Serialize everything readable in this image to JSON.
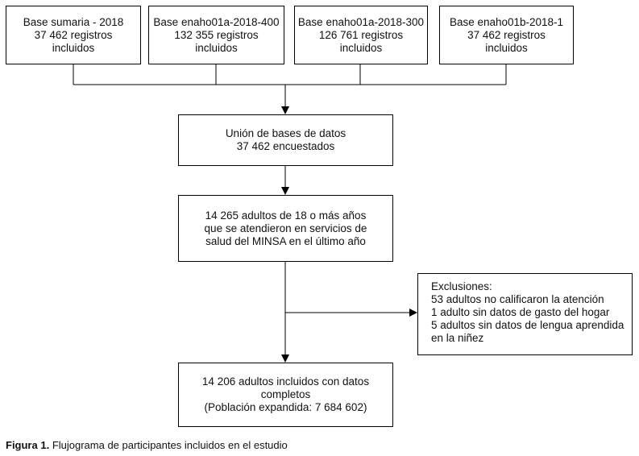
{
  "figure": {
    "label": "Figura 1.",
    "caption": "Flujograma de participantes incluidos en el estudio"
  },
  "sources": [
    {
      "lines": [
        "Base sumaria - 2018",
        "37 462 registros",
        "incluidos"
      ]
    },
    {
      "lines": [
        "Base enaho01a-2018-400",
        "132 355 registros",
        "incluidos"
      ]
    },
    {
      "lines": [
        "Base enaho01a-2018-300",
        "126 761 registros",
        "incluidos"
      ]
    },
    {
      "lines": [
        "Base enaho01b-2018-1",
        "37 462 registros",
        "incluidos"
      ]
    }
  ],
  "merge": {
    "lines": [
      "Unión de bases de datos",
      "37 462 encuestados"
    ]
  },
  "adults": {
    "lines": [
      "14 265 adultos de 18 o más años",
      "que se atendieron en servicios de",
      "salud del MINSA en el último año"
    ]
  },
  "exclusions": {
    "lines": [
      "Exclusiones:",
      "53 adultos no calificaron la atención",
      "1 adulto sin datos de gasto del hogar",
      "5 adultos sin datos de lengua aprendida",
      "en la niñez"
    ]
  },
  "final": {
    "lines": [
      "14 206 adultos incluidos con datos",
      "completos",
      "(Población expandida: 7 684 602)"
    ]
  }
}
